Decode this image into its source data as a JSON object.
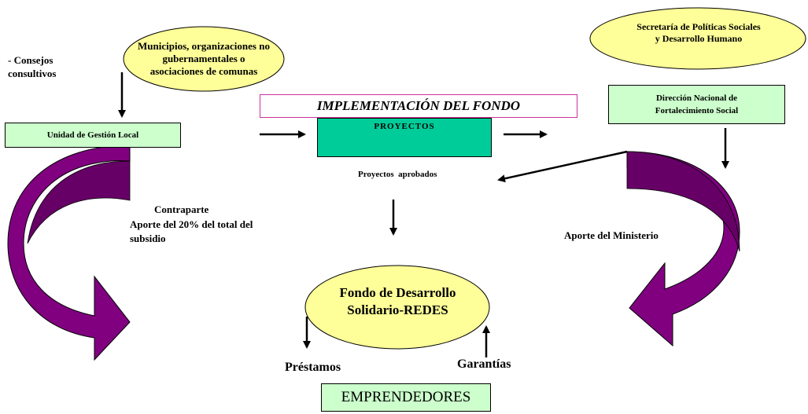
{
  "colors": {
    "ellipse_fill": "#ffff99",
    "green_box_fill": "#ccffcc",
    "proyectos_fill": "#00cc99",
    "arrow_purple": "#800080",
    "arrow_purple_dark": "#660066",
    "impl_border": "#cc3399"
  },
  "nodes": {
    "municipios": "Municipios, organizaciones no gubernamentales o asociaciones de comunas",
    "secretaria": "Secretaría de Políticas Sociales y Desarrollo Humano",
    "consejos": "-  Consejos consultivos",
    "unidad": "Unidad de Gestión Local",
    "implementacion": "IMPLEMENTACIÓN DEL FONDO",
    "proyectos": "PROYECTOS",
    "direccion": "Dirección Nacional de Fortalecimiento Social",
    "proyectos_aprobados": "Proyectos  aprobados",
    "contraparte": "Contraparte",
    "aporte_20": "Aporte del 20% del total del subsidio",
    "aporte_ministerio": "Aporte del Ministerio",
    "fondo": "Fondo de Desarrollo Solidario-REDES",
    "prestamos": "Préstamos",
    "garantias": "Garantías",
    "emprendedores": "EMPRENDEDORES"
  }
}
